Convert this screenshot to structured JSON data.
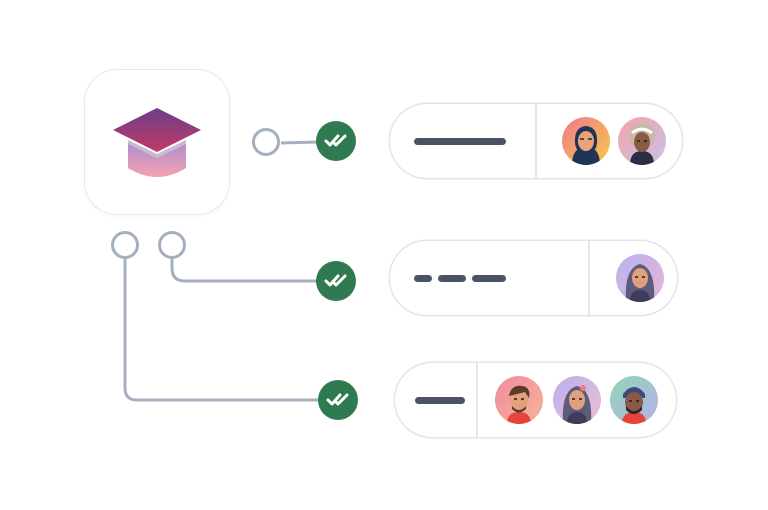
{
  "icons": {
    "app": "graduation-cap-icon",
    "check": "double-check-icon"
  },
  "colors": {
    "connector": "#a5afbf",
    "check_badge": "#2f7a51",
    "bar": "#4b5262",
    "pill_border": "#e3e5ea"
  },
  "rows": [
    {
      "bar_style": "solid",
      "avatar_count": 2
    },
    {
      "bar_style": "dashed",
      "avatar_count": 1
    },
    {
      "bar_style": "solid",
      "avatar_count": 3
    }
  ]
}
